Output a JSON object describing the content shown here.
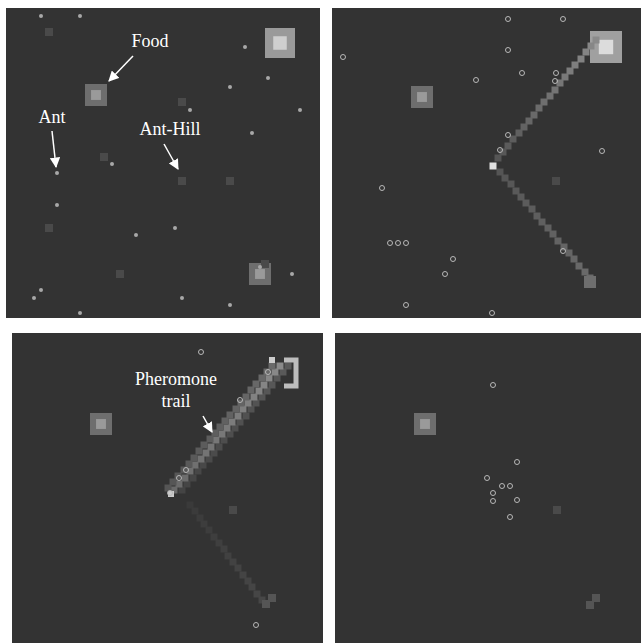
{
  "diagram": {
    "labels": [
      "Food",
      "Ant",
      "Ant-Hill",
      "Pheromone trail"
    ]
  }
}
